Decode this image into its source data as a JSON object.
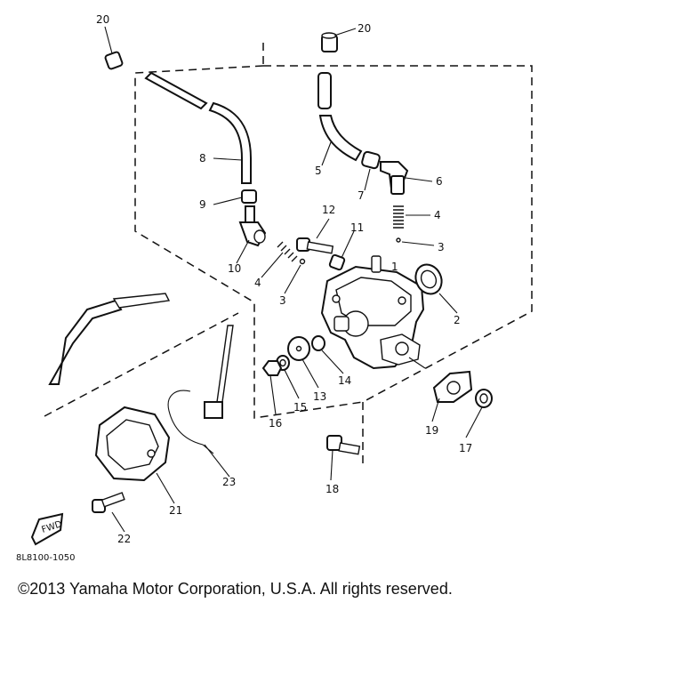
{
  "diagram": {
    "drawing_code": "8L8100-1050",
    "fwd_label": "FWD",
    "callouts": {
      "c1": "1",
      "c2": "2",
      "c3a": "3",
      "c3b": "3",
      "c4a": "4",
      "c4b": "4",
      "c5": "5",
      "c6": "6",
      "c7": "7",
      "c8": "8",
      "c9": "9",
      "c10": "10",
      "c11": "11",
      "c12": "12",
      "c13": "13",
      "c14": "14",
      "c15": "15",
      "c16": "16",
      "c17": "17",
      "c18": "18",
      "c19": "19",
      "c20a": "20",
      "c20b": "20",
      "c21": "21",
      "c22": "22",
      "c23": "23"
    }
  },
  "footer": {
    "copyright": "©2013 Yamaha Motor Corporation, U.S.A. All rights reserved."
  }
}
